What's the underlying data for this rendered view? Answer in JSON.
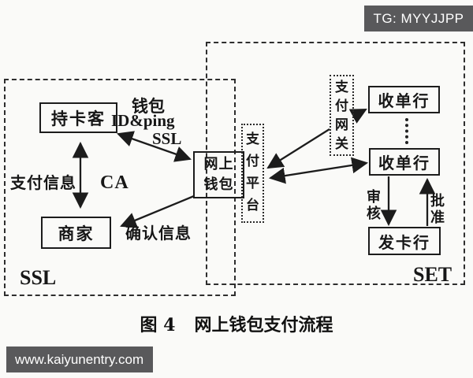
{
  "badge": {
    "text": "TG: MYYJJPP"
  },
  "watermark": {
    "text": "www.kaiyunentry.com"
  },
  "caption": {
    "figure_no": "图 4",
    "title": "网上钱包支付流程"
  },
  "zones": {
    "ssl_label": "SSL",
    "set_label": "SET"
  },
  "nodes": {
    "cardholder": "持卡客",
    "merchant": "商家",
    "online_wallet": "网上钱包",
    "payment_platform": "支付平台",
    "payment_gateway": "支付网关",
    "acquirer_1": "收单行",
    "acquirer_2": "收单行",
    "issuer": "发卡行"
  },
  "edge_labels": {
    "wallet_id_line1": "钱包",
    "wallet_id_line2": "ID&ping",
    "wallet_id_line3": "SSL",
    "payment_info": "支付信息",
    "ca": "CA",
    "confirm_info": "确认信息",
    "review": "审核",
    "approve": "批准"
  },
  "edges": [
    {
      "from": "持卡客",
      "to": "网上钱包",
      "label": "钱包 ID&ping SSL",
      "arrows": "both"
    },
    {
      "from": "持卡客",
      "to": "商家",
      "label": "支付信息",
      "arrows": "both"
    },
    {
      "from": "网上钱包",
      "to": "商家",
      "label": "确认信息",
      "arrows": "to"
    },
    {
      "from": "支付网关",
      "to": "支付平台",
      "label": "",
      "arrows": "to"
    },
    {
      "from": "支付网关",
      "to": "收单行",
      "label": "",
      "arrows": "to"
    },
    {
      "from": "支付平台",
      "to": "收单行",
      "label": "",
      "arrows": "both"
    },
    {
      "from": "收单行",
      "to": "发卡行",
      "label": "审核",
      "arrows": "to"
    },
    {
      "from": "发卡行",
      "to": "收单行",
      "label": "批准",
      "arrows": "to"
    }
  ],
  "colors": {
    "ink": "#1c1c1c",
    "badge_bg": "#59595b",
    "badge_fg": "#ffffff",
    "page_bg": "#fafaf8"
  }
}
